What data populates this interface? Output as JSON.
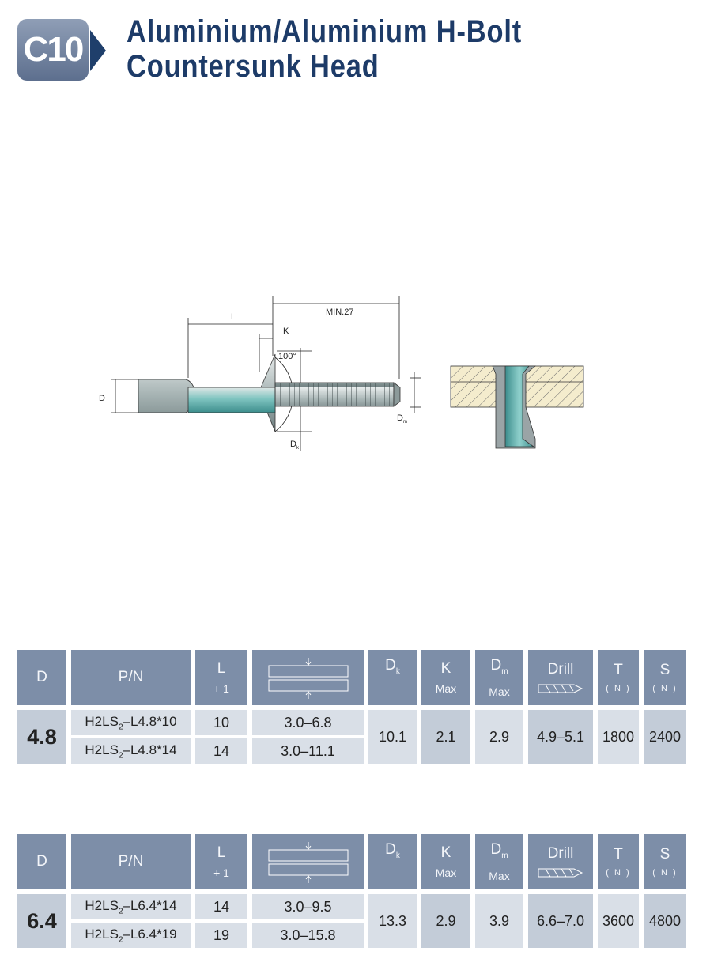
{
  "header": {
    "badge": "C10",
    "title_line1": "Aluminium/Aluminium H-Bolt",
    "title_line2": "Countersunk Head"
  },
  "drawing": {
    "dim_L": "L",
    "dim_K": "K",
    "dim_min": "MIN.27",
    "dim_angle": "100°",
    "dim_D": "D",
    "dim_Dk": "D",
    "dim_Dk_sub": "k",
    "dim_Dm": "D",
    "dim_Dm_sub": "m"
  },
  "tables": [
    {
      "headers": {
        "D": "D",
        "PN": "P/N",
        "L": "L",
        "L_sub": "+ 1",
        "Dk": "D",
        "Dk_sub": "k",
        "K": "K",
        "K_sub": "Max",
        "Dm": "D",
        "Dm_sub": "m",
        "Dm_note": "Max",
        "Drill": "Drill",
        "T": "T",
        "T_sub": "( N )",
        "S": "S",
        "S_sub": "( N )"
      },
      "size": "4.8",
      "rows": [
        {
          "pn_a": "H2LS",
          "pn_sub": "2",
          "pn_b": "–L4.8*10",
          "L": "10",
          "grip": "3.0–6.8"
        },
        {
          "pn_a": "H2LS",
          "pn_sub": "2",
          "pn_b": "–L4.8*14",
          "L": "14",
          "grip": "3.0–11.1"
        }
      ],
      "Dk": "10.1",
      "K": "2.1",
      "Dm": "2.9",
      "Drill": "4.9–5.1",
      "T": "1800",
      "S": "2400"
    },
    {
      "headers": {
        "D": "D",
        "PN": "P/N",
        "L": "L",
        "L_sub": "+ 1",
        "Dk": "D",
        "Dk_sub": "k",
        "K": "K",
        "K_sub": "Max",
        "Dm": "D",
        "Dm_sub": "m",
        "Dm_note": "Max",
        "Drill": "Drill",
        "T": "T",
        "T_sub": "( N )",
        "S": "S",
        "S_sub": "( N )"
      },
      "size": "6.4",
      "rows": [
        {
          "pn_a": "H2LS",
          "pn_sub": "2",
          "pn_b": "–L6.4*14",
          "L": "14",
          "grip": "3.0–9.5"
        },
        {
          "pn_a": "H2LS",
          "pn_sub": "2",
          "pn_b": "–L6.4*19",
          "L": "19",
          "grip": "3.0–15.8"
        }
      ],
      "Dk": "13.3",
      "K": "2.9",
      "Dm": "3.9",
      "Drill": "6.6–7.0",
      "T": "3600",
      "S": "4800"
    }
  ]
}
